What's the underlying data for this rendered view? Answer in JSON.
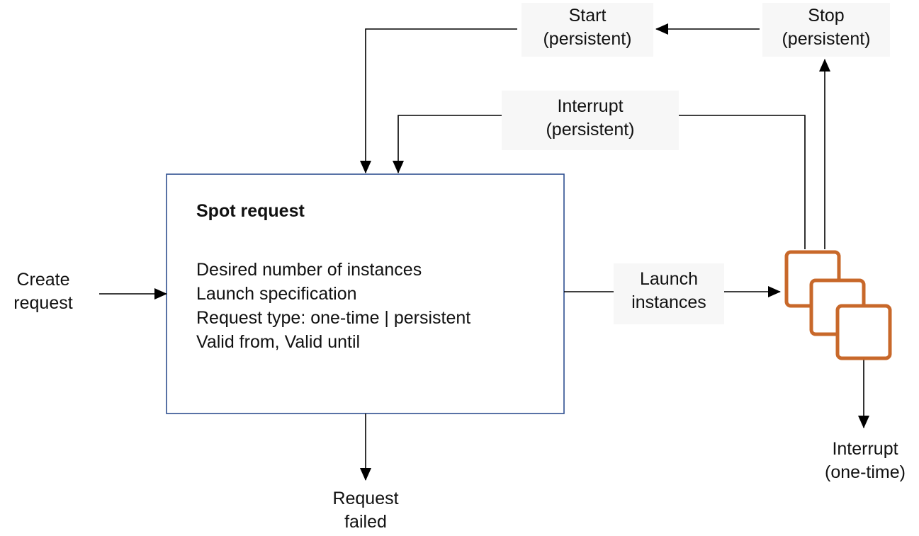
{
  "spot_request": {
    "title": "Spot request",
    "lines": [
      "Desired number of instances",
      "Launch specification",
      "Request type: one-time | persistent",
      "Valid from, Valid until"
    ]
  },
  "labels": {
    "create": [
      "Create",
      "request"
    ],
    "start": [
      "Start",
      "(persistent)"
    ],
    "stop": [
      "Stop",
      "(persistent)"
    ],
    "interrupt_persistent": [
      "Interrupt",
      "(persistent)"
    ],
    "launch": [
      "Launch",
      "instances"
    ],
    "interrupt_one_time": [
      "Interrupt",
      "(one-time)"
    ],
    "failed": [
      "Request",
      "failed"
    ]
  },
  "colors": {
    "box_border": "#2f4f8f",
    "instances_icon": "#c8682a",
    "arrow": "#000000"
  },
  "icons": {
    "instances": "ec2-instances-icon"
  }
}
